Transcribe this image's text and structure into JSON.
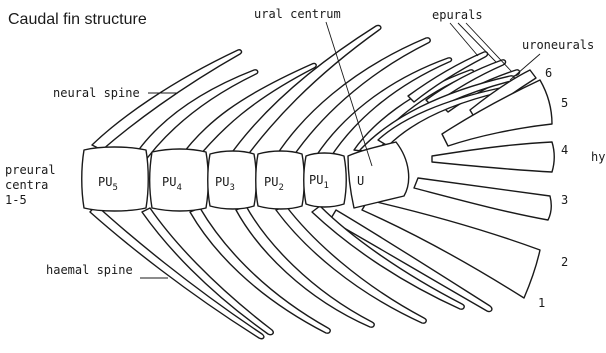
{
  "title": "Caudal fin structure",
  "labels": {
    "ural_centrum": "ural centrum",
    "epurals": "epurals",
    "uroneurals": "uroneurals",
    "neural_spine": "neural spine",
    "haemal_spine": "haemal spine",
    "preural_centra_line1": "preural",
    "preural_centra_line2": "centra",
    "preural_centra_line3": "1-5",
    "hy": "hy"
  },
  "centra": [
    {
      "base": "PU",
      "sub": "5"
    },
    {
      "base": "PU",
      "sub": "4"
    },
    {
      "base": "PU",
      "sub": "3"
    },
    {
      "base": "PU",
      "sub": "2"
    },
    {
      "base": "PU",
      "sub": "1"
    },
    {
      "base": "U",
      "sub": ""
    }
  ],
  "hypural_numbers": [
    "6",
    "5",
    "4",
    "3",
    "2",
    "1"
  ]
}
